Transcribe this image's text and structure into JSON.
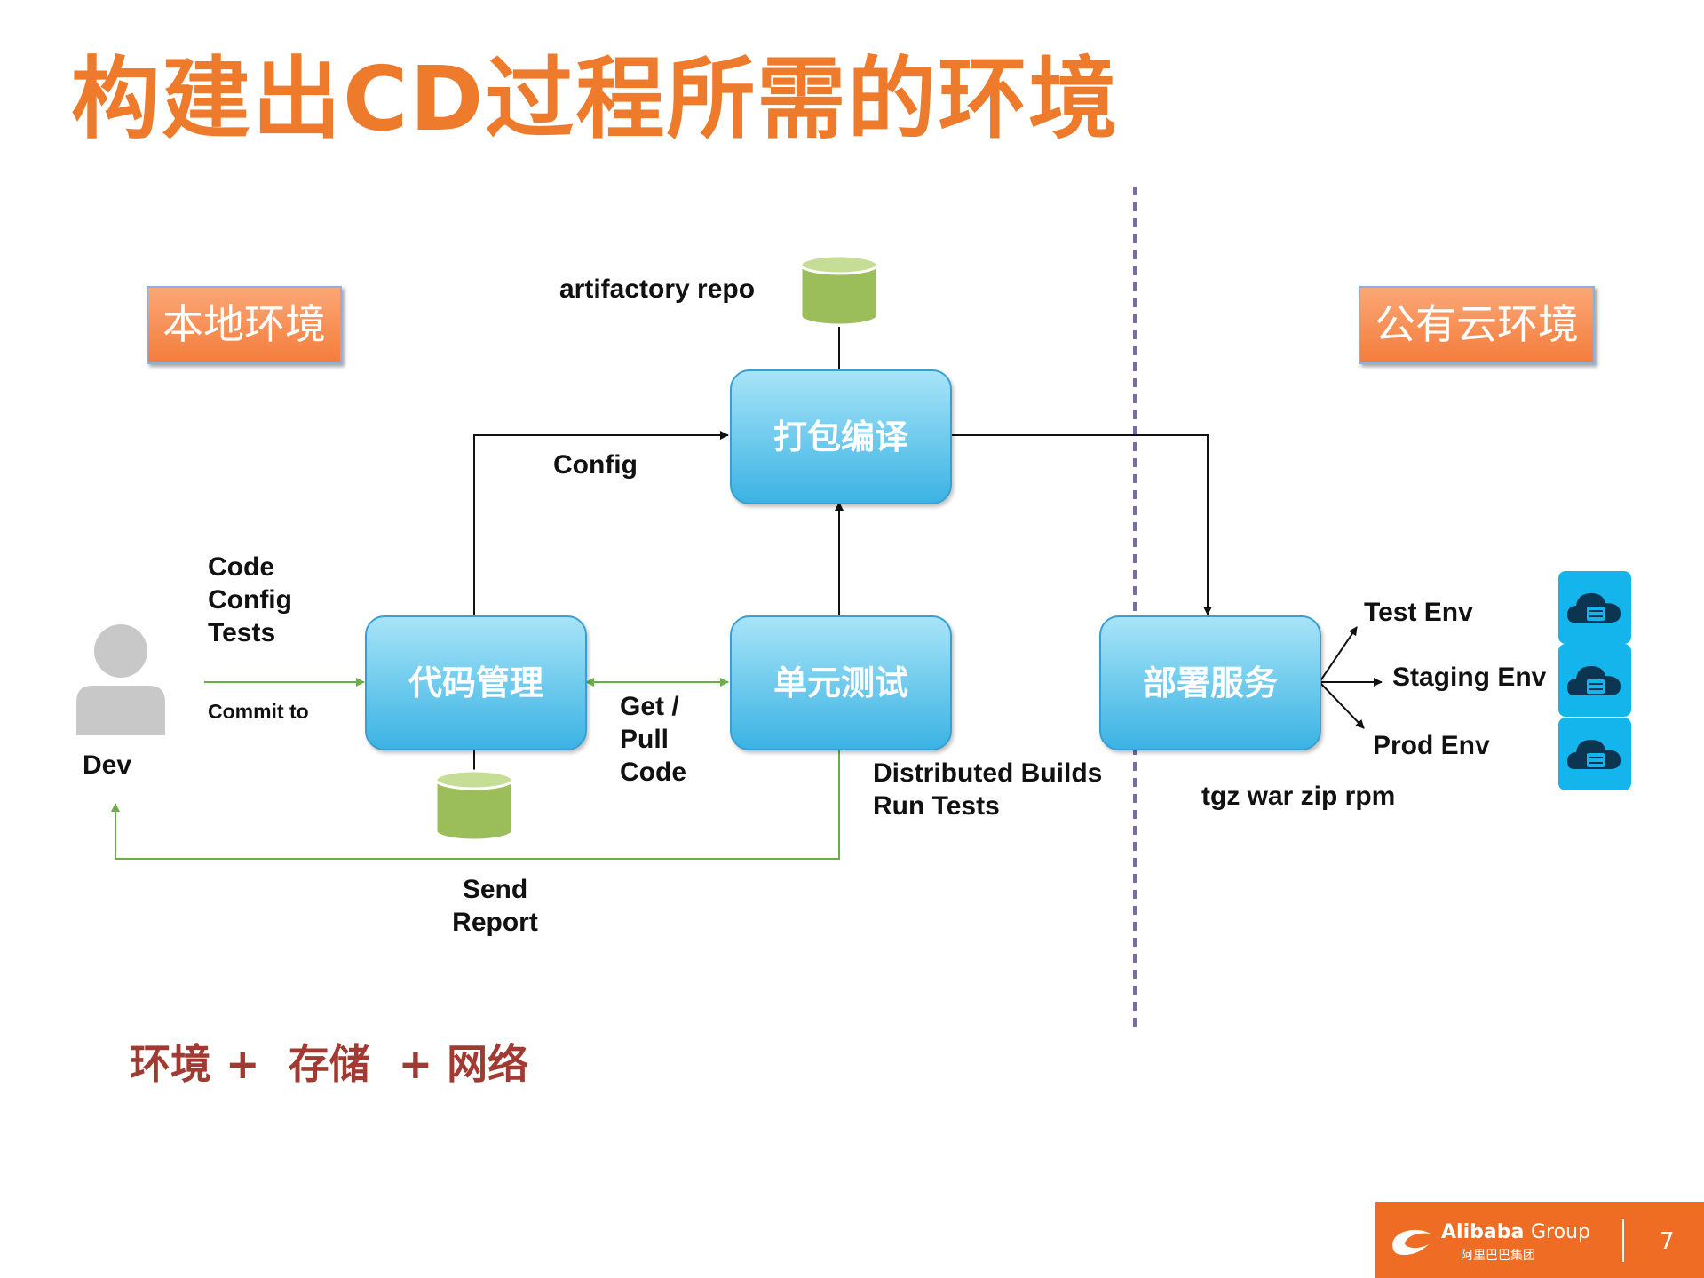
{
  "title": "构建出CD过程所需的环境",
  "env_local": "本地环境",
  "env_cloud": "公有云环境",
  "boxes": {
    "code_mgmt": "代码管理",
    "package": "打包编译",
    "unit_test": "单元测试",
    "deploy": "部署服务"
  },
  "labels": {
    "artifactory": "artifactory repo",
    "config": "Config",
    "code_lines": [
      "Code",
      "Config",
      "Tests"
    ],
    "commit_to": "Commit to",
    "dev": "Dev",
    "get_pull": [
      "Get /",
      "Pull",
      "Code"
    ],
    "distributed": [
      "Distributed Builds",
      "Run Tests"
    ],
    "send_report": [
      "Send",
      "Report"
    ],
    "test_env": "Test Env",
    "staging_env": "Staging Env",
    "prod_env": "Prod Env",
    "formats": "tgz war zip rpm"
  },
  "bottom_text": "环境 +  存储  + 网络",
  "footer": {
    "brand": "Alibaba",
    "group": "Group",
    "cn": "阿里巴巴集团",
    "page": "7"
  },
  "colors": {
    "title": "#ee7a2c",
    "box": "#3bb3e3",
    "env_tag": "#f47c3c",
    "db": "#9bbe5a",
    "divider": "#7b6aa8",
    "green_line": "#6aae46",
    "bottom_text": "#a13a32",
    "footer": "#ee6c23"
  }
}
